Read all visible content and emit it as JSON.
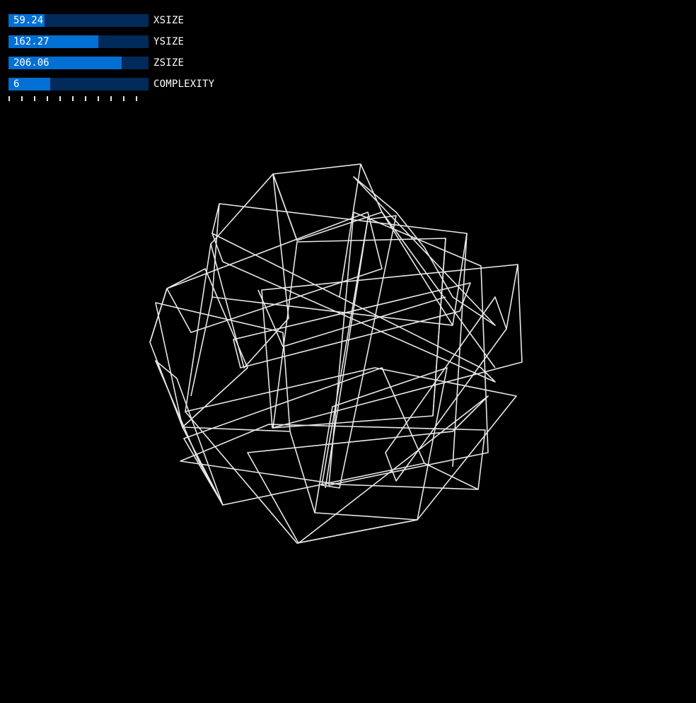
{
  "sliders": [
    {
      "id": "xsize",
      "label": "XSIZE",
      "value": "59.24",
      "fill_percent": 26
    },
    {
      "id": "ysize",
      "label": "YSIZE",
      "value": "162.27",
      "fill_percent": 64
    },
    {
      "id": "zsize",
      "label": "ZSIZE",
      "value": "206.06",
      "fill_percent": 81
    },
    {
      "id": "complexity",
      "label": "COMPLEXITY",
      "value": "6",
      "fill_percent": 30
    }
  ],
  "tick_count": 11,
  "colors": {
    "background": "#000000",
    "slider_track": "#002a59",
    "slider_fill": "#0170d5",
    "text": "#ffffff",
    "wireframe": "#e8e8e8"
  }
}
